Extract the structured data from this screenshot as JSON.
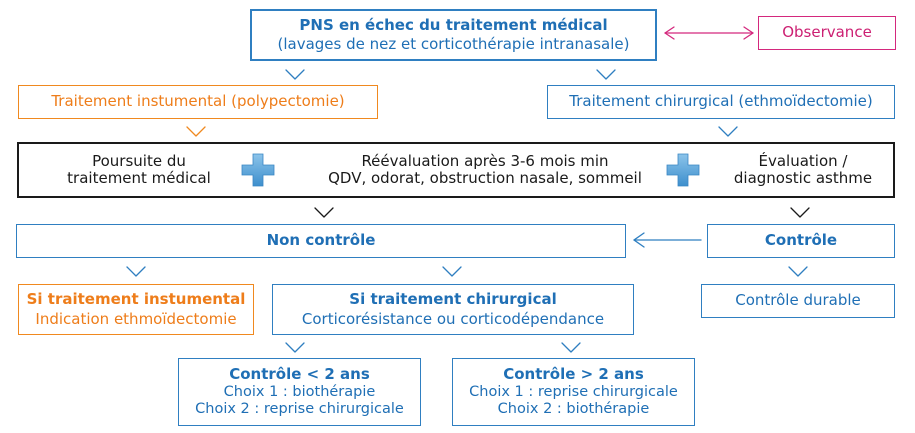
{
  "colors": {
    "blue": "#2f7fc1",
    "orange": "#f0891f",
    "pink": "#d4287d",
    "black": "#1a1a1a"
  },
  "nodes": {
    "pns": {
      "title": "PNS en échec du traitement médical",
      "subtitle": "(lavages de nez et corticothérapie intranasale)"
    },
    "observance": {
      "label": "Observance"
    },
    "instrumental": {
      "label": "Traitement instumental (polypectomie)"
    },
    "chirurgical": {
      "label": "Traitement chirurgical (ethmoïdectomie)"
    },
    "reeval": {
      "left_line1": "Poursuite du",
      "left_line2": "traitement médical",
      "mid_line1": "Réévaluation après 3-6 mois min",
      "mid_line2": "QDV, odorat, obstruction nasale, sommeil",
      "right_line1": "Évaluation /",
      "right_line2": "diagnostic asthme"
    },
    "non_controle": {
      "label": "Non contrôle"
    },
    "controle": {
      "label": "Contrôle"
    },
    "si_instru": {
      "title": "Si traitement instumental",
      "subtitle": "Indication ethmoïdectomie"
    },
    "si_chir": {
      "title": "Si traitement chirurgical",
      "subtitle": "Corticorésistance ou corticodépendance"
    },
    "controle_durable": {
      "label": "Contrôle durable"
    },
    "lt2": {
      "title": "Contrôle < 2 ans",
      "line1": "Choix 1 : biothérapie",
      "line2": "Choix 2 : reprise chirurgicale"
    },
    "gt2": {
      "title": "Contrôle > 2 ans",
      "line1": "Choix 1 : reprise chirurgicale",
      "line2": "Choix 2 : biothérapie"
    }
  }
}
